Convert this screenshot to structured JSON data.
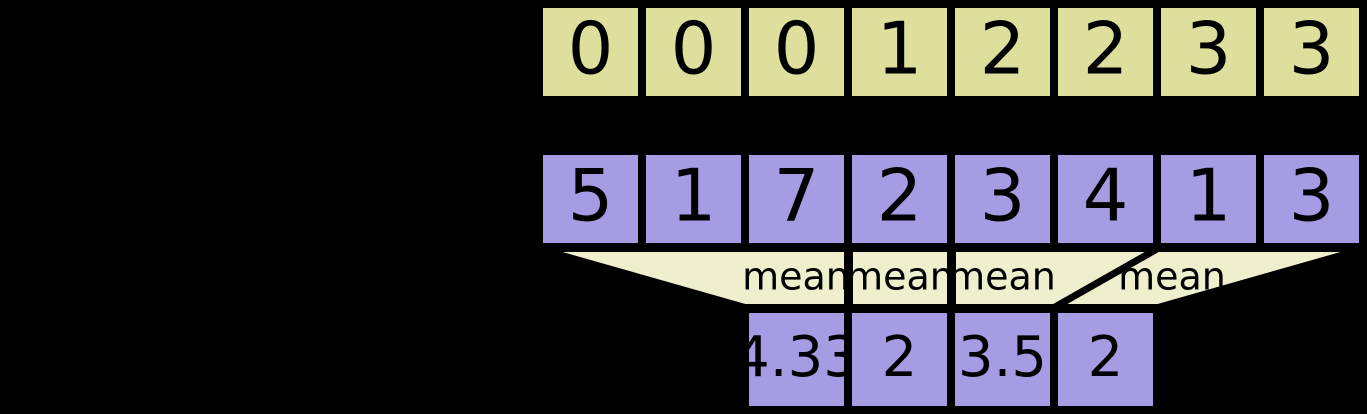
{
  "diagram": {
    "title": "mean-pooling-diagram",
    "colors": {
      "background": "#000000",
      "index_cell_fill": "#DEDF9C",
      "value_cell_fill": "#A59CE3",
      "mean_band_fill": "#EFEFCE",
      "stroke": "#000000",
      "text": "#000000"
    },
    "rows": {
      "index_row": {
        "name": "segment-index-row",
        "cells": [
          "0",
          "0",
          "0",
          "1",
          "2",
          "2",
          "3",
          "3"
        ]
      },
      "value_row": {
        "name": "input-value-row",
        "cells": [
          "5",
          "1",
          "7",
          "2",
          "3",
          "4",
          "1",
          "3"
        ]
      },
      "operation_row": {
        "name": "mean-operation-row",
        "labels": [
          "mean",
          "mean",
          "mean",
          "mean"
        ]
      },
      "output_row": {
        "name": "output-value-row",
        "cells": [
          "4.33",
          "2",
          "3.5",
          "2"
        ]
      }
    }
  }
}
